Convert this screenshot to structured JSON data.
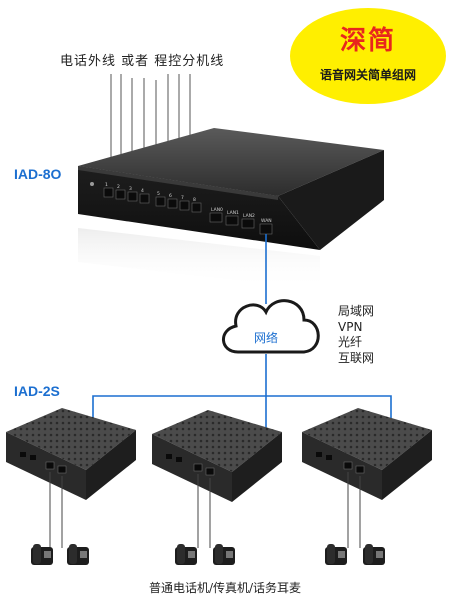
{
  "badge": {
    "title": "深简",
    "subtitle": "语音网关简单组网"
  },
  "top_label": "电话外线 或者 程控分机线",
  "main_device": {
    "model": "IAD-8O",
    "port_numbers": [
      "1",
      "2",
      "3",
      "4",
      "5",
      "6",
      "7",
      "8"
    ],
    "port_labels": [
      "LAN0",
      "LAN1",
      "LAN2",
      "WAN"
    ]
  },
  "cloud": {
    "label": "网络"
  },
  "network_types": [
    "局域网",
    "VPN",
    "光纤",
    "互联网"
  ],
  "sub_device": {
    "model": "IAD-2S"
  },
  "bottom_caption": "普通电话机/传真机/话务耳麦",
  "colors": {
    "accent_blue": "#1c6fd0",
    "badge_yellow": "#ffef00",
    "badge_red": "#e8261d",
    "device_dark": "#2b2b2b"
  },
  "icons": [
    "cloud-icon",
    "telephone-icon"
  ]
}
